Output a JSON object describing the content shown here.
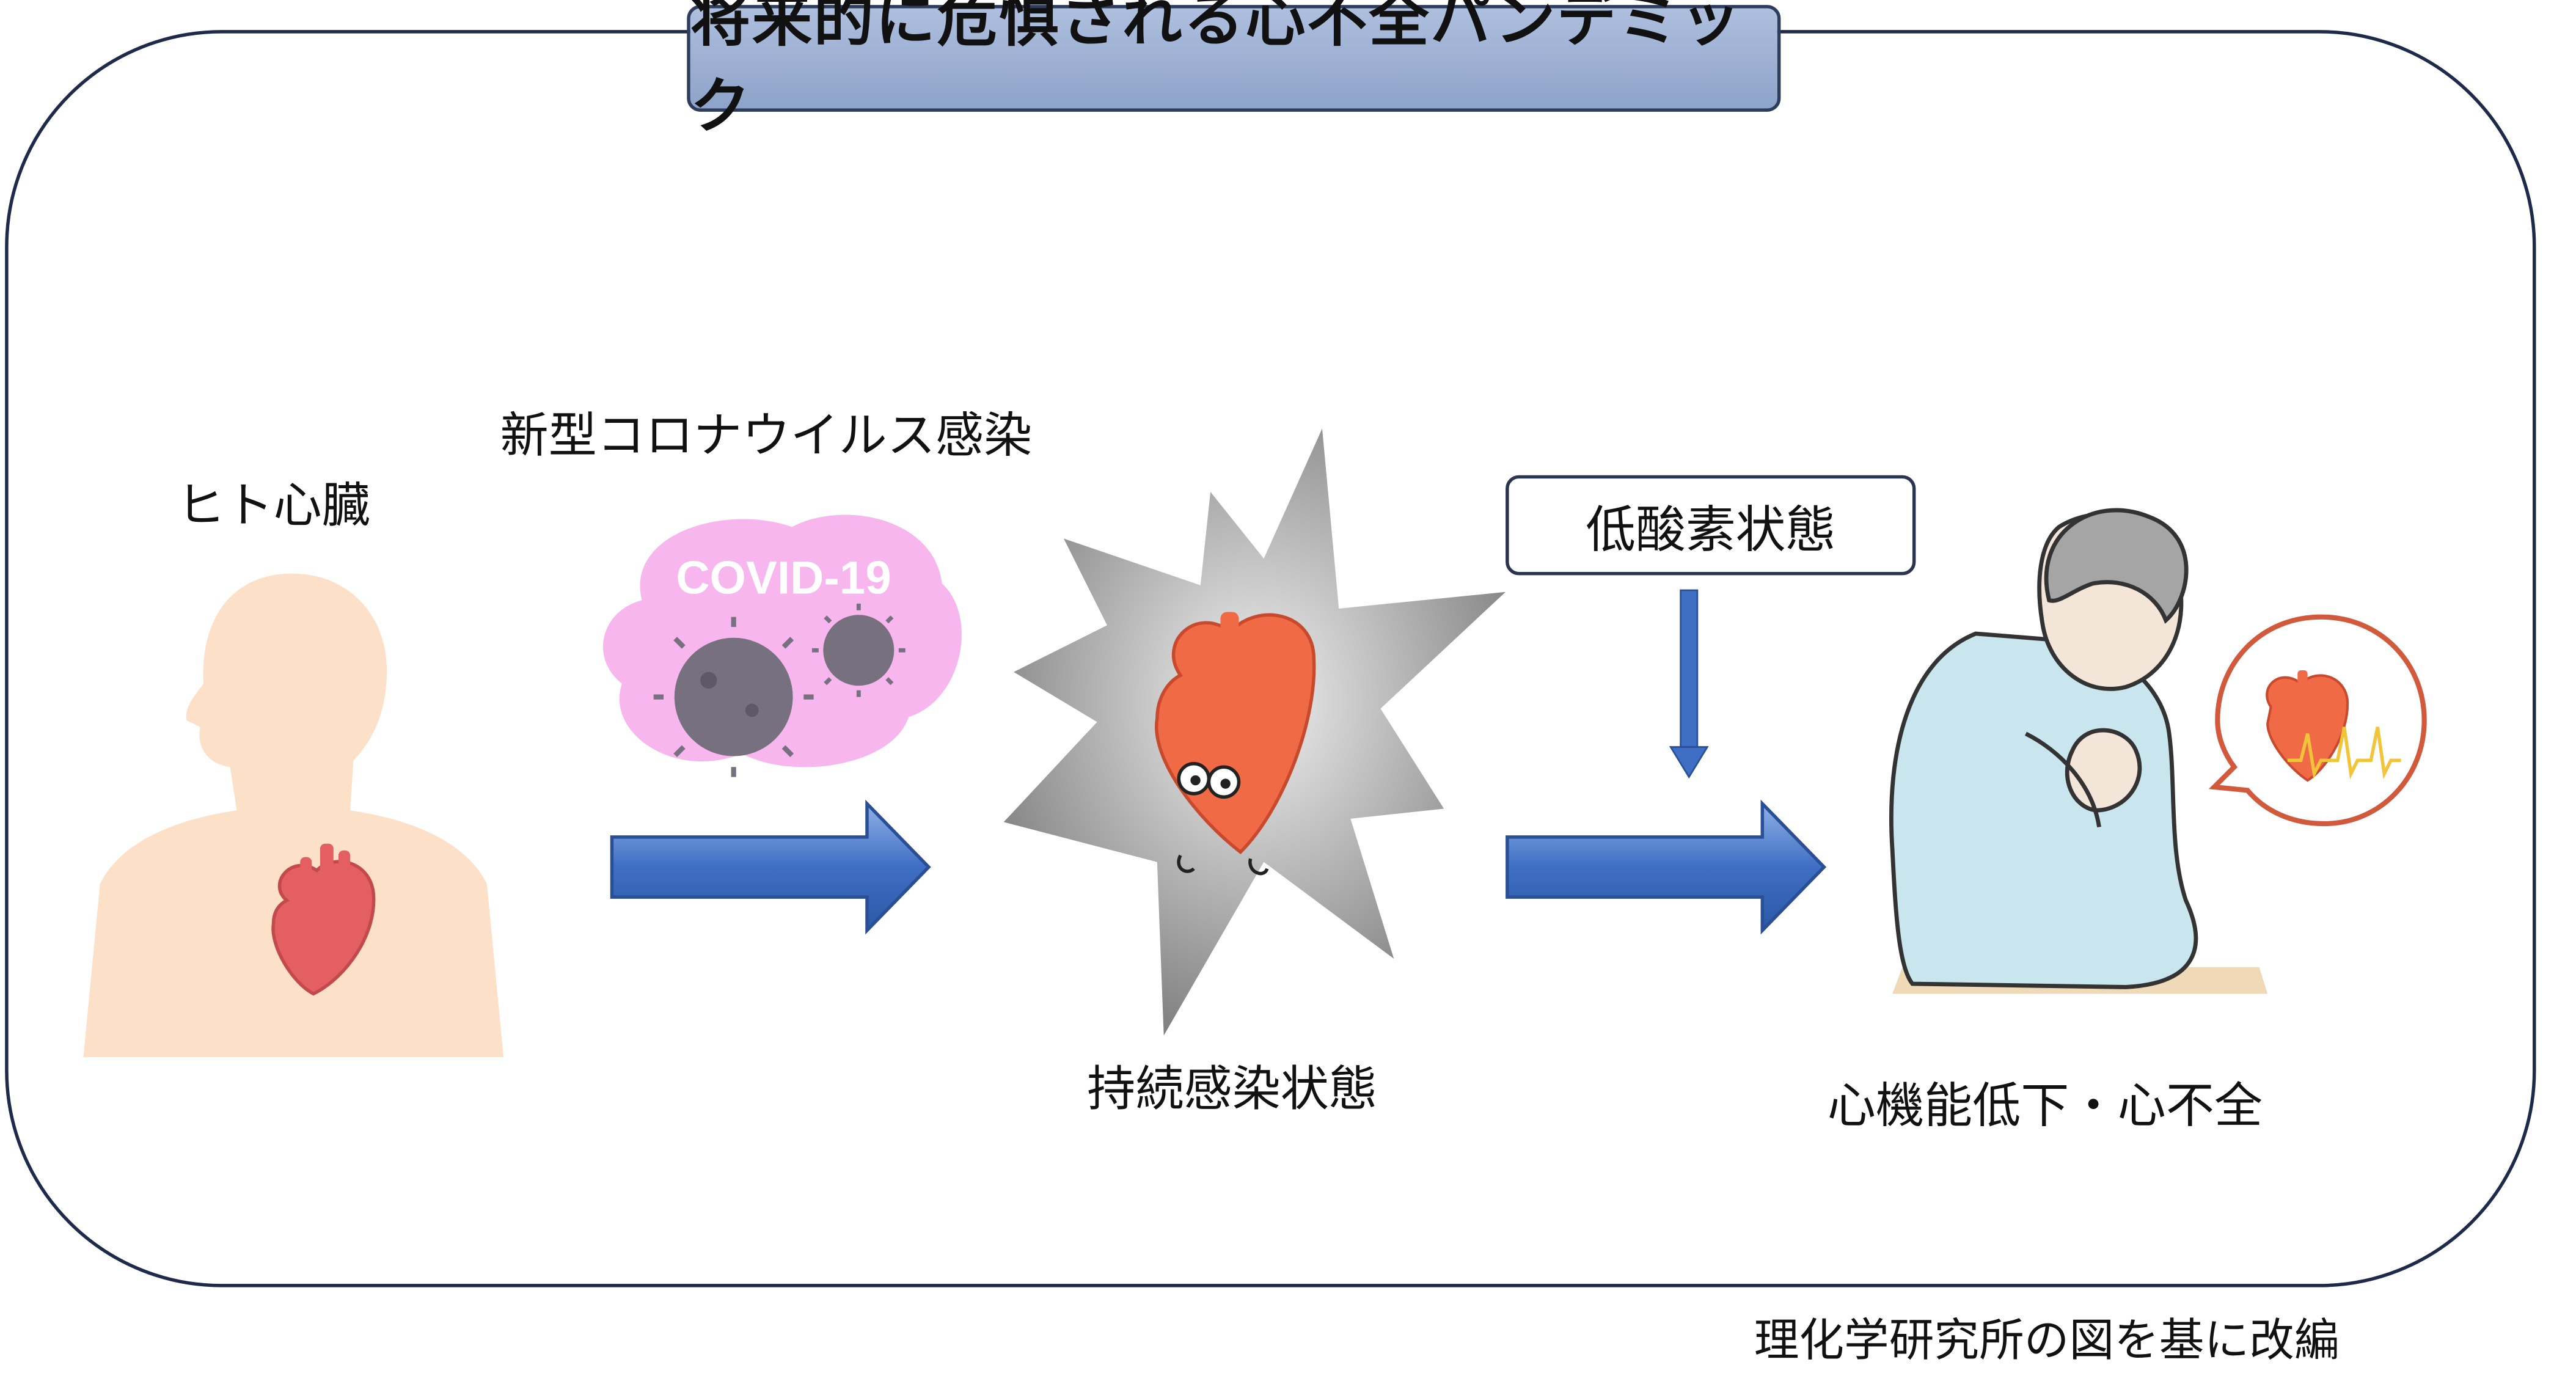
{
  "title": "将来的に危惧される心不全パンデミック",
  "labels": {
    "human_heart": "ヒト心臓",
    "covid_infection": "新型コロナウイルス感染",
    "covid_badge": "COVID-19",
    "persistent_infection": "持続感染状態",
    "hypoxia": "低酸素状態",
    "heart_failure": "心機能低下・心不全"
  },
  "credit": "理化学研究所の図を基に改編",
  "colors": {
    "frame": "#1e2a4a",
    "title_fill": "#9fb3d6",
    "arrow": "#3f6fc4",
    "heart": "#e05a4a",
    "body_silhouette": "#fde0c8",
    "covid_cloud": "#f7b6ee",
    "virus": "#77707e",
    "burst": "#8c8c8c",
    "shirt": "#c9e6ee"
  }
}
